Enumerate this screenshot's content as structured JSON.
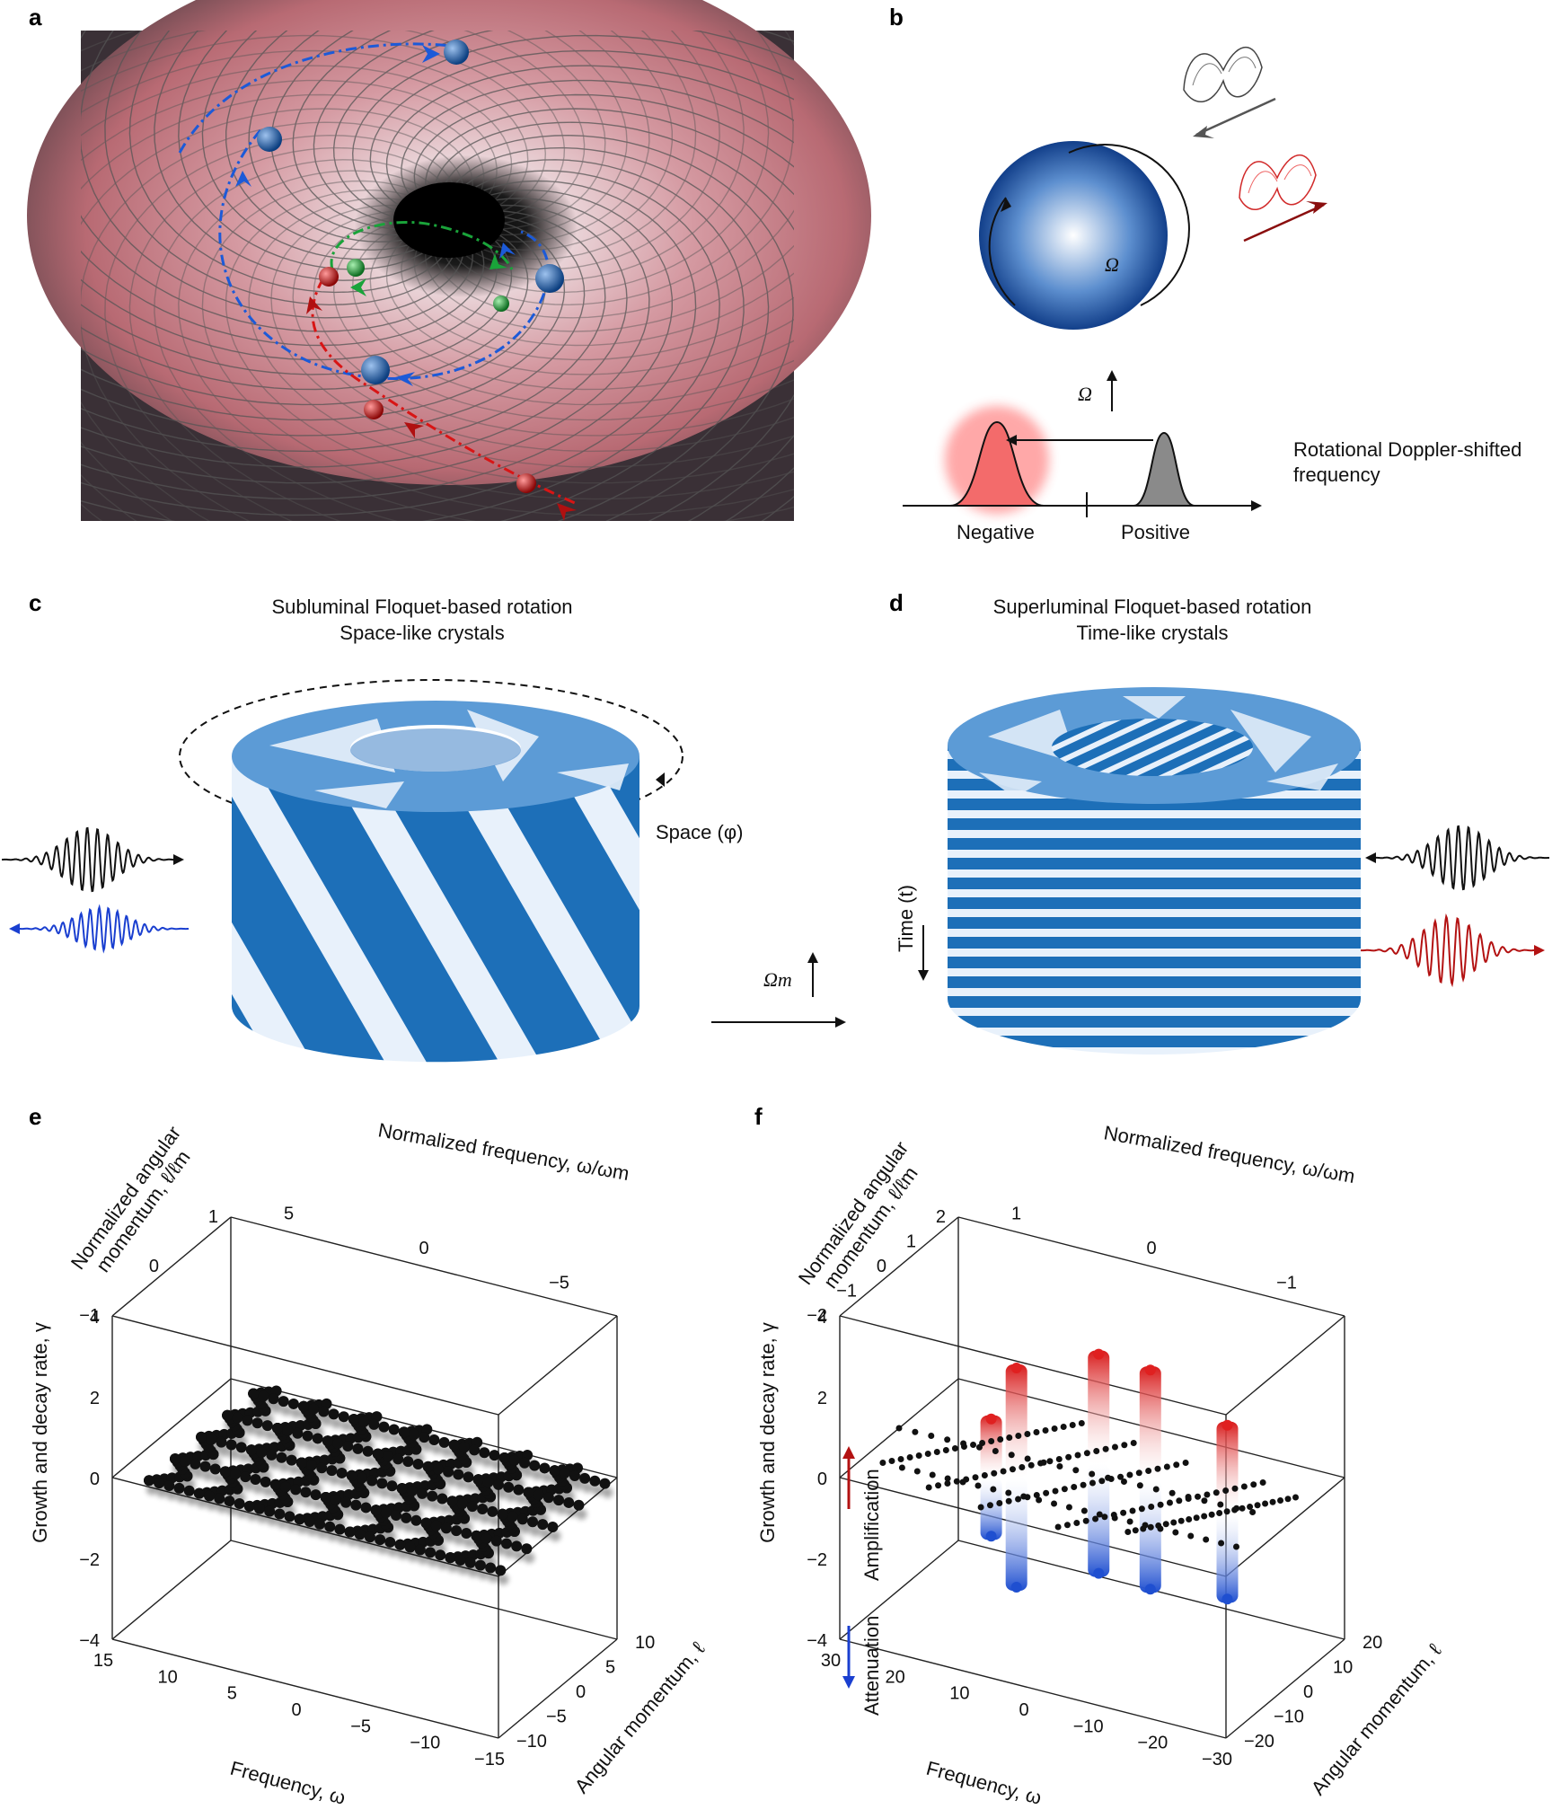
{
  "panels": {
    "a": {
      "label": "a"
    },
    "b": {
      "label": "b",
      "omega_symbol": "Ω",
      "annotation_line1": "Rotational Doppler-shifted",
      "annotation_line2": "frequency",
      "negative_label": "Negative",
      "positive_label": "Positive"
    },
    "c": {
      "label": "c",
      "title_line1": "Subluminal Floquet-based rotation",
      "title_line2": "Space-like crystals",
      "space_label": "Space (φ)"
    },
    "d": {
      "label": "d",
      "title_line1": "Superluminal Floquet-based rotation",
      "title_line2": "Time-like crystals",
      "time_label": "Time (t)",
      "omega_m_label": "Ωm"
    },
    "e": {
      "label": "e",
      "y_axis_label": "Growth and decay rate, γ",
      "top_axis_label": "Normalized frequency, ω/ωm",
      "left_top_axis_label_line1": "Normalized angular",
      "left_top_axis_label_line2": "momentum, ℓ/ℓm",
      "x_axis_label": "Frequency, ω",
      "right_axis_label": "Angular momentum, ℓ",
      "y_ticks": [
        "4",
        "2",
        "0",
        "−2",
        "−4"
      ],
      "x_ticks": [
        "15",
        "10",
        "5",
        "0",
        "−5",
        "−10",
        "−15"
      ],
      "right_ticks": [
        "10",
        "5",
        "0",
        "−5",
        "−10"
      ],
      "top_ticks": [
        "5",
        "0",
        "−5"
      ],
      "left_top_ticks": [
        "1",
        "0",
        "−1"
      ]
    },
    "f": {
      "label": "f",
      "y_axis_label": "Growth and decay rate, γ",
      "top_axis_label": "Normalized frequency, ω/ωm",
      "left_top_axis_label_line1": "Normalized angular",
      "left_top_axis_label_line2": "momentum, ℓ/ℓm",
      "x_axis_label": "Frequency, ω",
      "right_axis_label": "Angular momentum, ℓ",
      "amplification_label": "Amplification",
      "attenuation_label": "Attenuation",
      "y_ticks": [
        "4",
        "2",
        "0",
        "−2",
        "−4"
      ],
      "x_ticks": [
        "30",
        "20",
        "10",
        "0",
        "−10",
        "−20",
        "−30"
      ],
      "right_ticks": [
        "20",
        "10",
        "0",
        "−10",
        "−20"
      ],
      "top_ticks": [
        "1",
        "0",
        "−1"
      ],
      "left_top_ticks": [
        "2",
        "1",
        "0",
        "−1",
        "−2"
      ]
    }
  },
  "colors": {
    "blue": "#1d6fb8",
    "red": "#c0151a",
    "green": "#1a9a3a",
    "dark_red": "#8a0e0e",
    "accent_blue": "#2244cc"
  }
}
